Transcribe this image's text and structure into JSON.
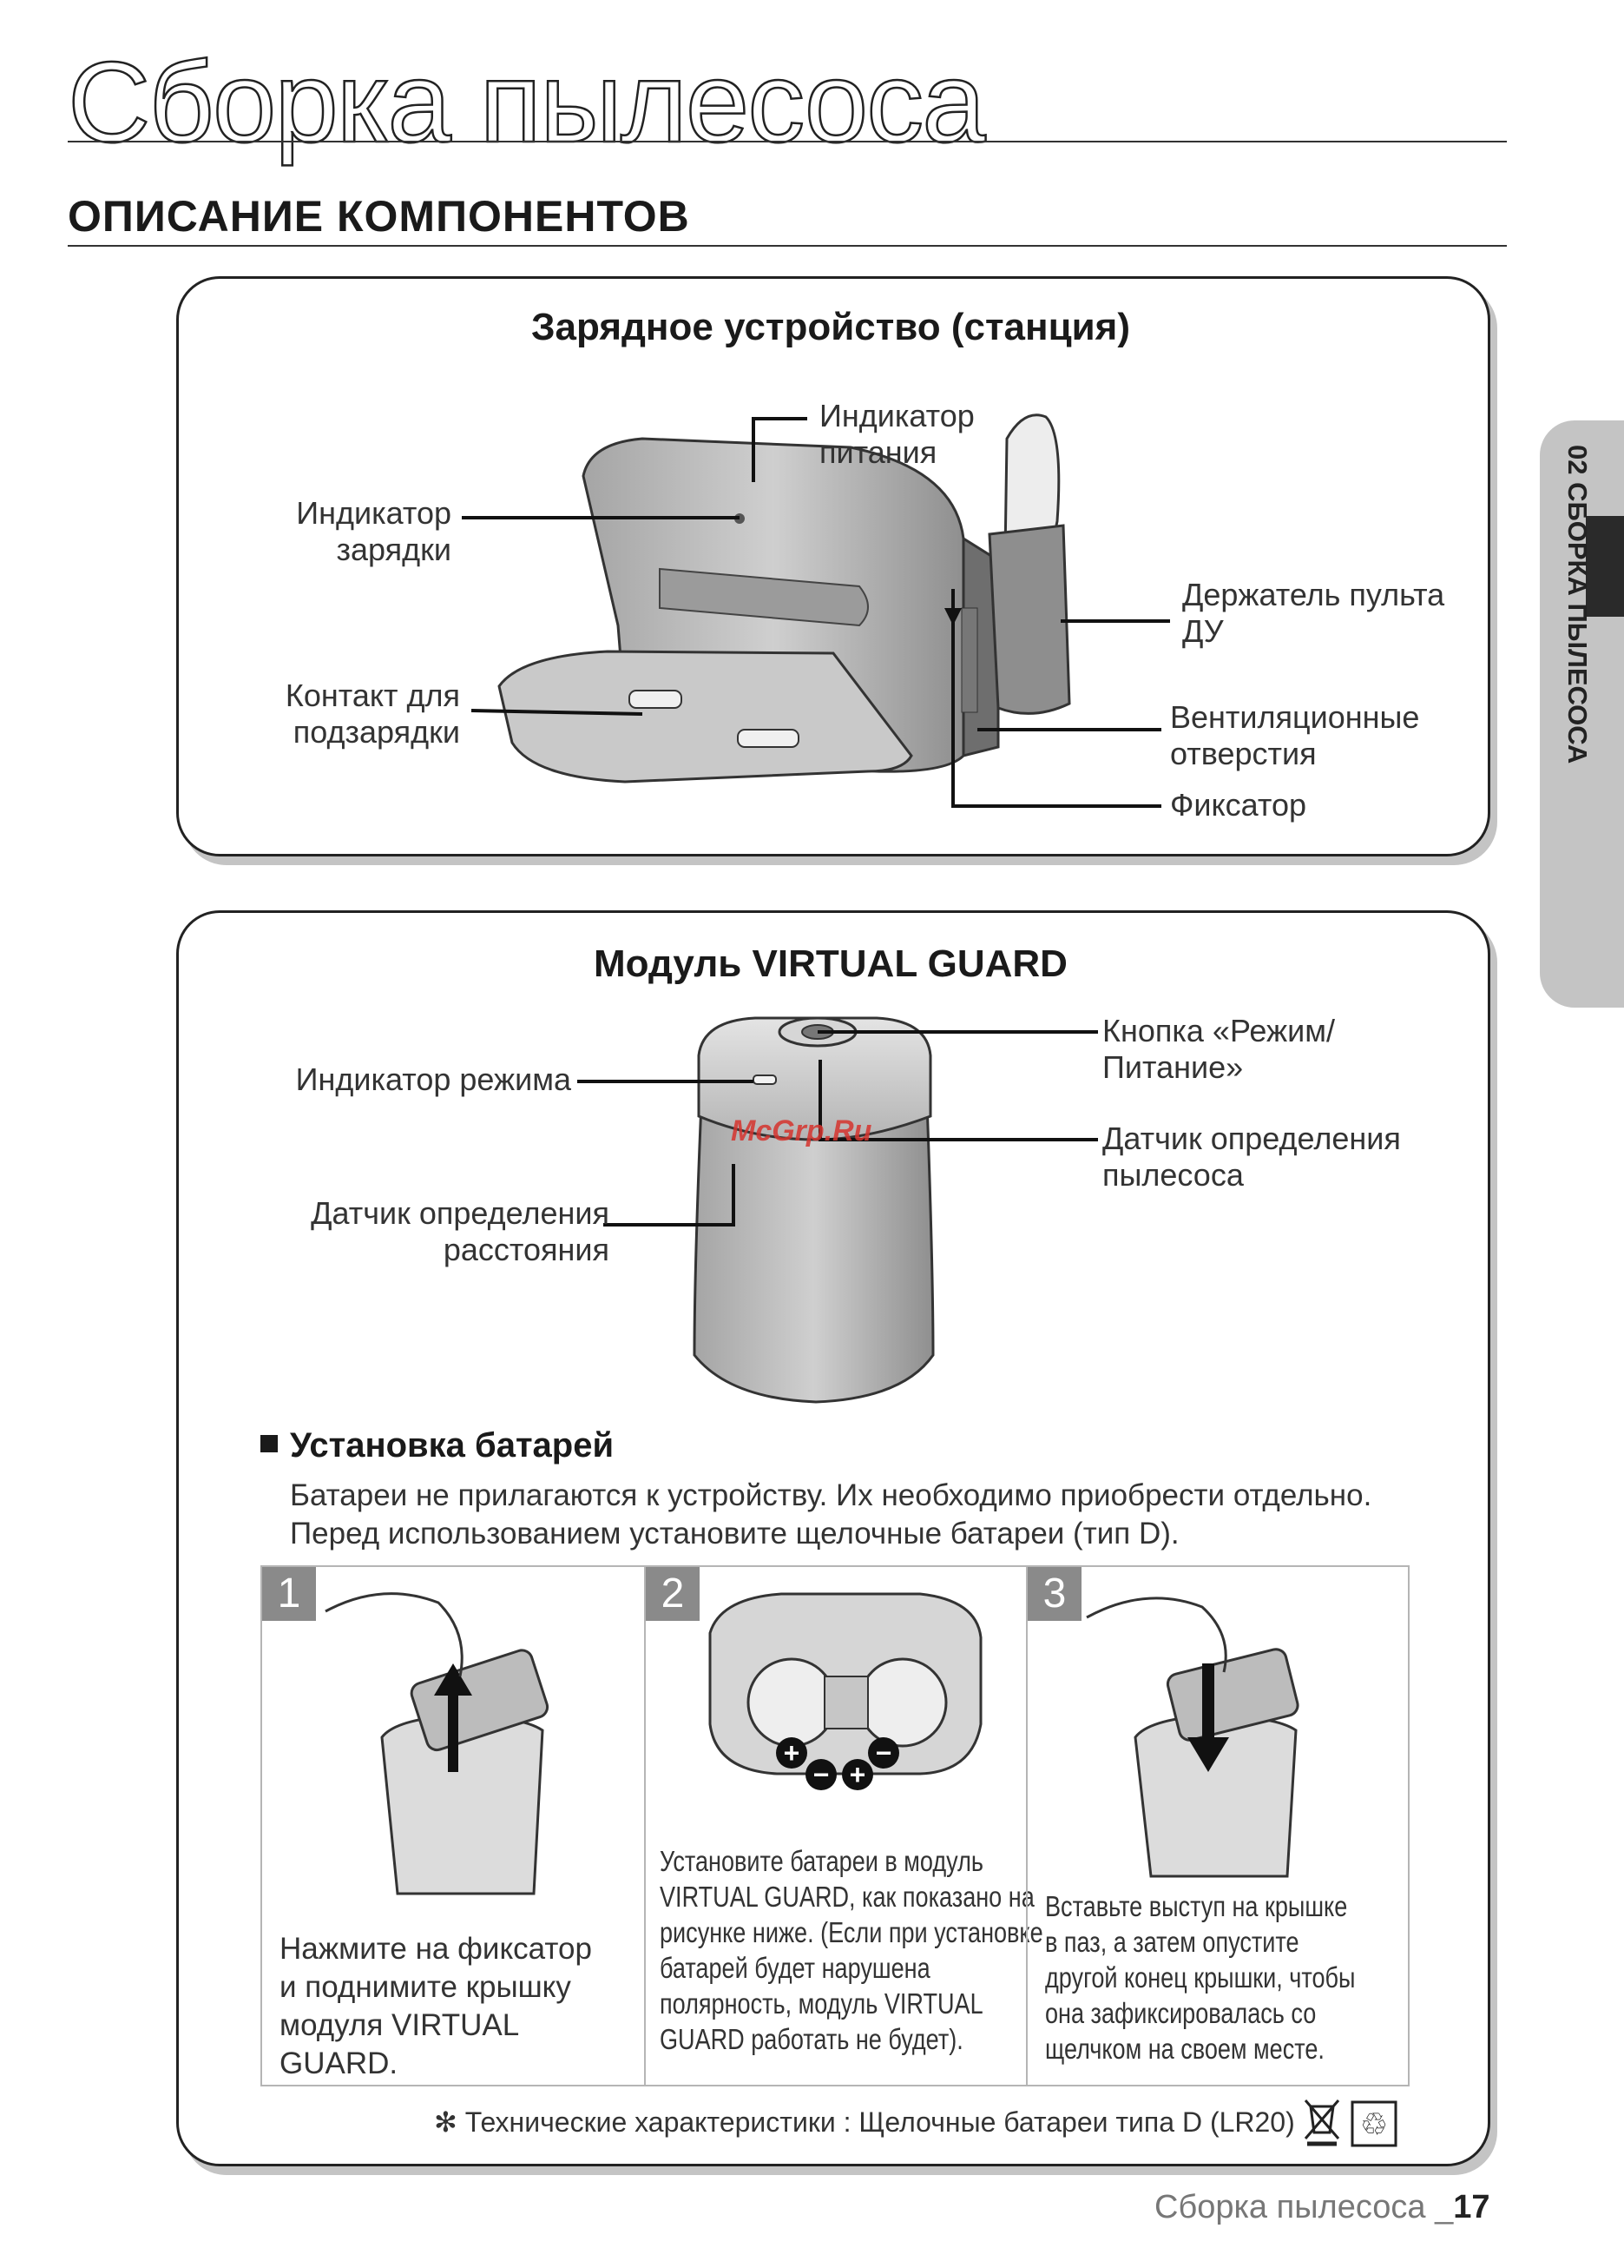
{
  "header": {
    "title": "Сборка пылесоса",
    "section": "ОПИСАНИЕ КОМПОНЕНТОВ"
  },
  "side_tab": {
    "text": "02 СБОРКА ПЫЛЕСОСА"
  },
  "charger": {
    "title": "Зарядное устройство (станция)",
    "labels": {
      "power_indicator": [
        "Индикатор",
        "питания"
      ],
      "charge_indicator": [
        "Индикатор",
        "зарядки"
      ],
      "remote_holder": [
        "Держатель пульта",
        "ДУ"
      ],
      "charge_contact": [
        "Контакт для",
        "подзарядки"
      ],
      "vents": [
        "Вентиляционные",
        "отверстия"
      ],
      "latch": "Фиксатор"
    }
  },
  "guard": {
    "title": "Модуль VIRTUAL GUARD",
    "labels": {
      "mode_button": [
        "Кнопка «Режим/",
        "Питание»"
      ],
      "mode_indicator": "Индикатор режима",
      "cleaner_sensor": [
        "Датчик определения",
        "пылесоса"
      ],
      "distance_sensor": [
        "Датчик определения",
        "расстояния"
      ]
    }
  },
  "watermark": "McGrp.Ru",
  "batteries": {
    "heading": "Установка батарей",
    "lines": [
      "Батареи не прилагаются к устройству. Их необходимо приобрести отдельно.",
      "Перед использованием установите щелочные батареи (тип D)."
    ],
    "steps": [
      {
        "num": "1",
        "text": [
          "Нажмите на фиксатор",
          "и поднимите крышку",
          "модуля VIRTUAL",
          "GUARD."
        ]
      },
      {
        "num": "2",
        "text": [
          "Установите батареи в модуль",
          "VIRTUAL GUARD, как показано на",
          "рисунке ниже. (Если при установке",
          "батарей будет нарушена",
          "полярность, модуль VIRTUAL",
          "GUARD работать не будет)."
        ]
      },
      {
        "num": "3",
        "text": [
          "Вставьте выступ на крышке",
          "в паз, а затем опустите",
          "другой конец крышки, чтобы",
          "она зафиксировалась со",
          "щелчком на своем месте."
        ]
      }
    ],
    "footnote": "✻ Технические характеристики : Щелочные батареи типа D (LR20)"
  },
  "footer": {
    "text": "Сборка пылесоса _",
    "page": "17"
  }
}
